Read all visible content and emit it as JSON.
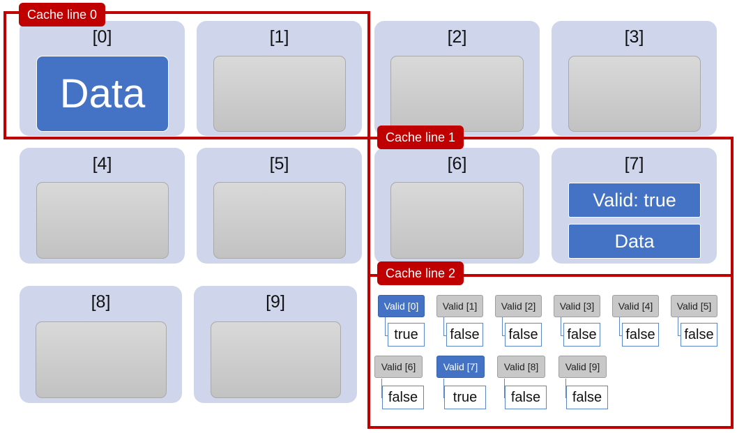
{
  "slots": [
    "[0]",
    "[1]",
    "[2]",
    "[3]",
    "[4]",
    "[5]",
    "[6]",
    "[7]",
    "[8]",
    "[9]"
  ],
  "slot0_content": "Data",
  "slot7_valid": "Valid: true",
  "slot7_data": "Data",
  "cache_lines": [
    "Cache line 0",
    "Cache line 1",
    "Cache line 2"
  ],
  "valid_flags": [
    {
      "label": "Valid [0]",
      "value": "true"
    },
    {
      "label": "Valid [1]",
      "value": "false"
    },
    {
      "label": "Valid [2]",
      "value": "false"
    },
    {
      "label": "Valid [3]",
      "value": "false"
    },
    {
      "label": "Valid [4]",
      "value": "false"
    },
    {
      "label": "Valid [5]",
      "value": "false"
    },
    {
      "label": "Valid [6]",
      "value": "false"
    },
    {
      "label": "Valid [7]",
      "value": "true"
    },
    {
      "label": "Valid [8]",
      "value": "false"
    },
    {
      "label": "Valid [9]",
      "value": "false"
    }
  ],
  "colors": {
    "slot_bg": "#cfd5ea",
    "data_blue": "#4472c4",
    "cache_red": "#c00000",
    "empty_gray": "#c8c8c8"
  }
}
